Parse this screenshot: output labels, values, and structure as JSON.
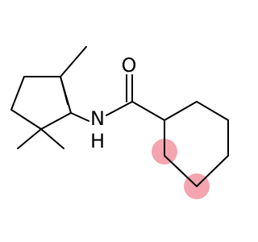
{
  "molecule": {
    "atom_labels": {
      "oxygen": "O",
      "nitrogen": "N",
      "hydrogen": "H"
    },
    "highlight_color": "#f3a0ab",
    "bond_color": "#000000"
  }
}
